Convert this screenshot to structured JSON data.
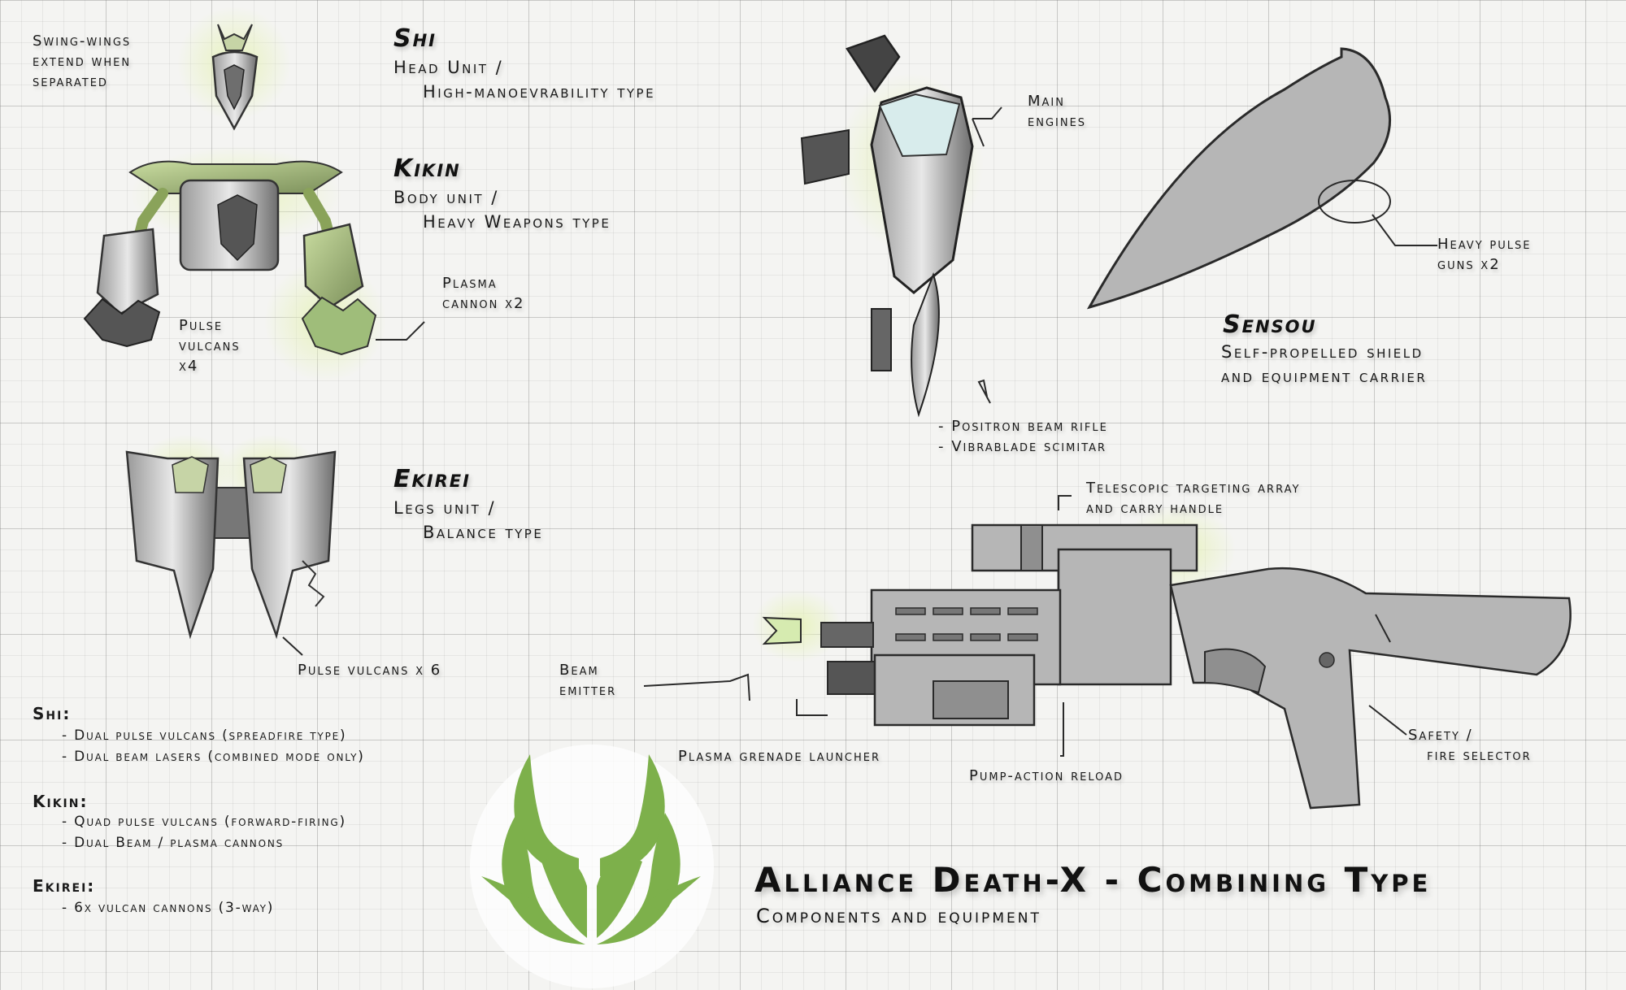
{
  "title": "Alliance Death-X - Combining Type",
  "subtitle": "Components and equipment",
  "units": {
    "shi": {
      "name": "Shi",
      "line1": "Head Unit /",
      "line2": "High-manoevrability type"
    },
    "kikin": {
      "name": "Kikin",
      "line1": "Body unit /",
      "line2": "Heavy Weapons type"
    },
    "ekirei": {
      "name": "Ekirei",
      "line1": "Legs unit /",
      "line2": "Balance type"
    },
    "sensou": {
      "name": "Sensou",
      "line1": "Self-propelled shield",
      "line2": "and equipment carrier"
    }
  },
  "annotations": {
    "swing_wings": "Swing-wings\nextend when\nseparated",
    "plasma_cannon": "Plasma\ncannon x2",
    "pulse_vulcans_x4": "Pulse\nvulcans\nx4",
    "pulse_vulcans_x6": "Pulse vulcans x 6",
    "main_engines": "Main\nengines",
    "heavy_pulse_guns": "Heavy pulse\nguns x2",
    "rifle_scimitar": "- Positron beam rifle\n- Vibrablade scimitar",
    "telescopic": "Telescopic targeting array\nand carry handle",
    "beam_emitter": "Beam\nemitter",
    "grenade_launcher": "Plasma grenade launcher",
    "pump_action": "Pump-action reload",
    "safety": "Safety /\n   fire selector"
  },
  "specs": [
    {
      "name": "Shi:",
      "items": [
        "Dual pulse vulcans (spreadfire type)",
        "Dual beam lasers (combined mode only)"
      ]
    },
    {
      "name": "Kikin:",
      "items": [
        "Quad pulse vulcans (forward-firing)",
        "Dual Beam / plasma cannons"
      ]
    },
    {
      "name": "Ekirei:",
      "items": [
        "6x vulcan cannons (3-way)"
      ]
    }
  ],
  "colors": {
    "accent_green": "#7db04b",
    "sketch": "#2a2a2a",
    "panel_gray": "#b6b6b6"
  },
  "icons": {
    "emblem": "alliance-horns-emblem"
  }
}
